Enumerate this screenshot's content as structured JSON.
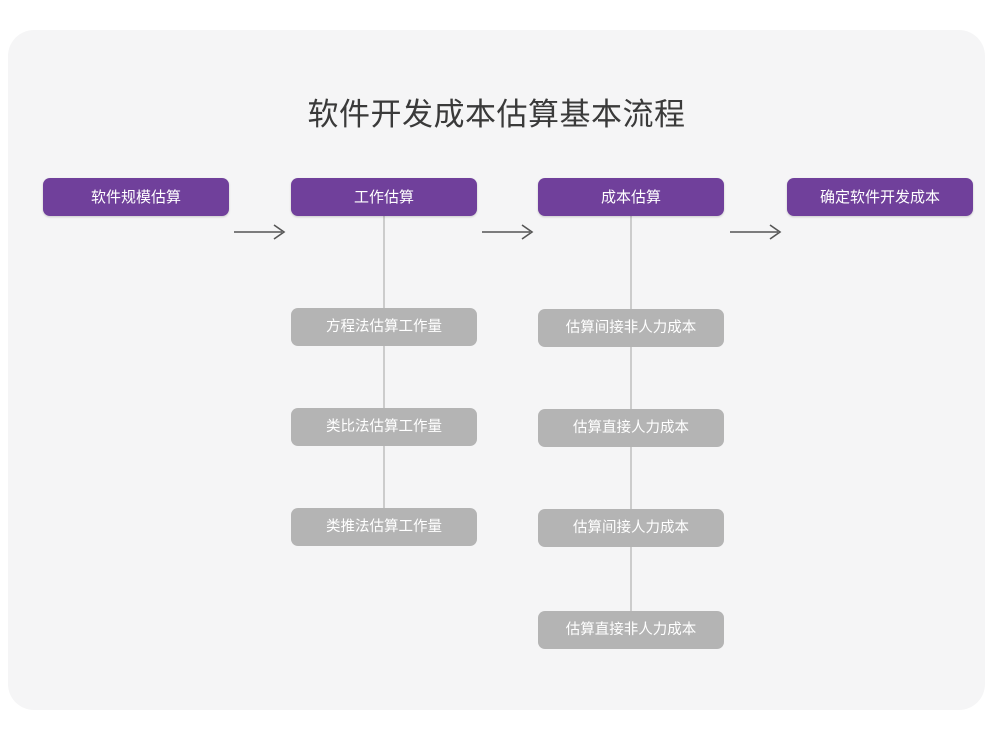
{
  "title": "软件开发成本估算基本流程",
  "diagram": {
    "type": "flowchart",
    "arrow_icon": "arrow-right-icon",
    "colors": {
      "card_background": "#f5f5f6",
      "primary_node": "#70409b",
      "secondary_node": "#b4b4b4",
      "connector": "#cccccc",
      "arrow": "#555555",
      "title_text": "#3a3a3a",
      "node_text": "#ffffff"
    },
    "columns": [
      {
        "main": "软件规模估算",
        "children": []
      },
      {
        "main": "工作估算",
        "children": [
          "方程法估算工作量",
          "类比法估算工作量",
          "类推法估算工作量"
        ]
      },
      {
        "main": "成本估算",
        "children": [
          "估算间接非人力成本",
          "估算直接人力成本",
          "估算间接人力成本",
          "估算直接非人力成本"
        ]
      },
      {
        "main": "确定软件开发成本",
        "children": []
      }
    ],
    "arrows": [
      {
        "from": "软件规模估算",
        "to": "工作估算"
      },
      {
        "from": "工作估算",
        "to": "成本估算"
      },
      {
        "from": "成本估算",
        "to": "确定软件开发成本"
      }
    ]
  }
}
